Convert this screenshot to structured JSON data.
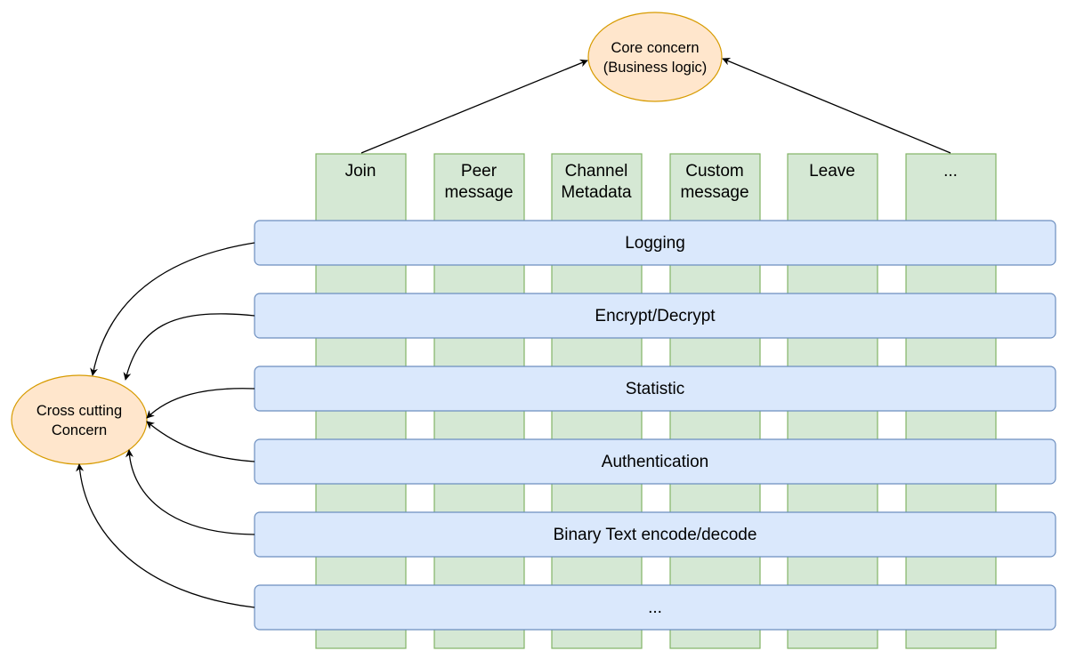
{
  "core": {
    "line1": "Core concern",
    "line2": "(Business logic)"
  },
  "cross": {
    "line1": "Cross cutting",
    "line2": "Concern"
  },
  "columns": [
    {
      "line1": "Join",
      "line2": ""
    },
    {
      "line1": "Peer",
      "line2": "message"
    },
    {
      "line1": "Channel",
      "line2": "Metadata"
    },
    {
      "line1": "Custom",
      "line2": "message"
    },
    {
      "line1": "Leave",
      "line2": ""
    },
    {
      "line1": "...",
      "line2": ""
    }
  ],
  "layers": [
    {
      "label": "Logging"
    },
    {
      "label": "Encrypt/Decrypt"
    },
    {
      "label": "Statistic"
    },
    {
      "label": "Authentication"
    },
    {
      "label": "Binary Text encode/decode"
    },
    {
      "label": "..."
    }
  ],
  "colors": {
    "column_fill": "#d5e8d4",
    "column_stroke": "#82b366",
    "layer_fill": "#dae8fc",
    "layer_stroke": "#6c8ebf",
    "ellipse_fill": "#ffe6cc",
    "ellipse_stroke": "#d79b00"
  }
}
